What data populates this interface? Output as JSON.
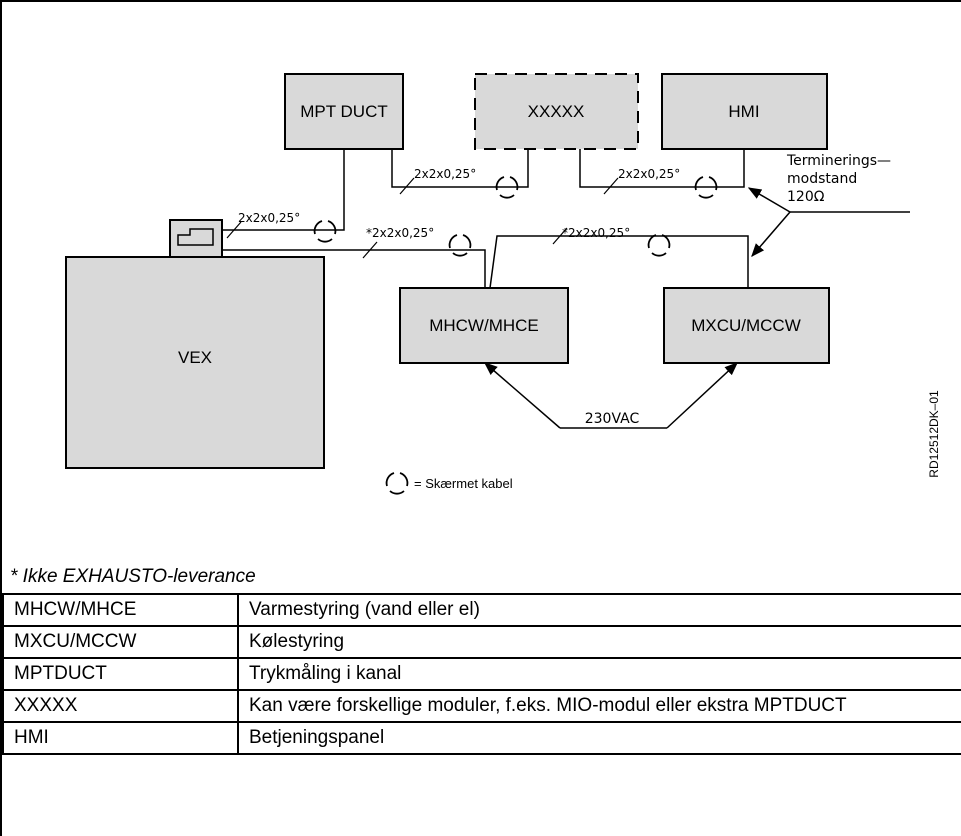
{
  "diagram": {
    "nodes": {
      "mpt_duct": "MPT DUCT",
      "xxxxx": "XXXXX",
      "hmi": "HMI",
      "vex": "VEX",
      "mhcw": "MHCW/MHCE",
      "mxcu": "MXCU/MCCW"
    },
    "cable_labels": {
      "c1": "2x2x0,25°",
      "c2": "2x2x0,25°",
      "c3": "2x2x0,25°",
      "c4": "*2x2x0,25°",
      "c5": "*2x2x0,25°"
    },
    "termination": [
      "Terminerings—",
      "modstand",
      "120Ω"
    ],
    "power": "230VAC",
    "shield_legend": "= Skærmet kabel",
    "drawing_id": "RD12512DK–01"
  },
  "footnote": "* Ikke EXHAUSTO-leverance",
  "legend": [
    {
      "code": "MHCW/MHCE",
      "desc": "Varmestyring (vand eller el)"
    },
    {
      "code": "MXCU/MCCW",
      "desc": "Kølestyring"
    },
    {
      "code": "MPTDUCT",
      "desc": "Trykmåling i kanal"
    },
    {
      "code": "XXXXX",
      "desc": "Kan være forskellige moduler, f.eks. MIO-modul eller ekstra MPTDUCT"
    },
    {
      "code": "HMI",
      "desc": "Betjeningspanel"
    }
  ]
}
